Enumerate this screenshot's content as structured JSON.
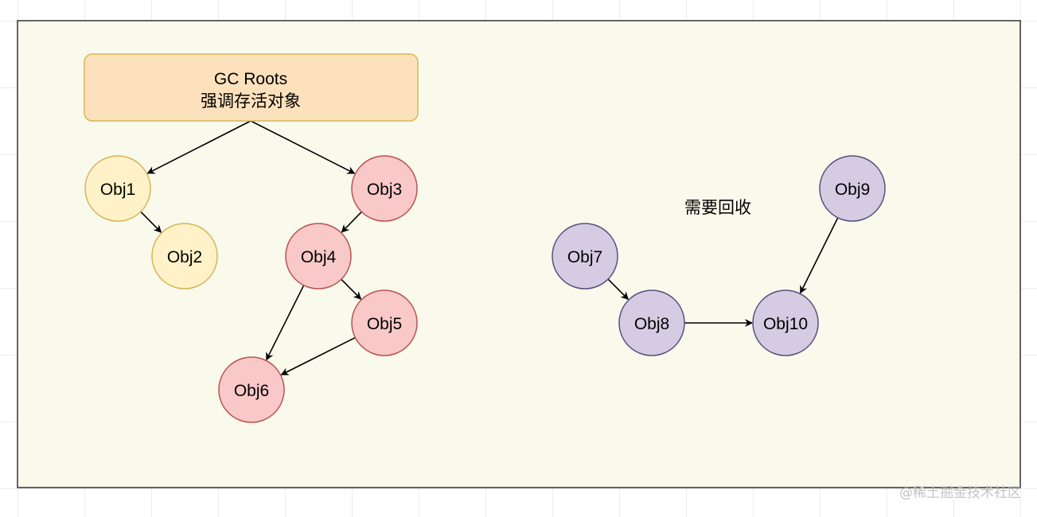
{
  "roots": {
    "line1": "GC Roots",
    "line2": "强调存活对象",
    "fill": "#fde1bd",
    "stroke": "#d6b656"
  },
  "recycle_label": "需要回收",
  "watermark": "@稀土掘金技术社区",
  "colors": {
    "panel_fill": "#f9f9ec",
    "panel_stroke": "#333333",
    "yellow_fill": "#fff2c8",
    "yellow_stroke": "#d6b656",
    "red_fill": "#f9c8c8",
    "red_stroke": "#b85450",
    "purple_fill": "#d5cce4",
    "purple_stroke": "#56517e",
    "arrow": "#000000"
  },
  "nodes": [
    {
      "id": "obj1",
      "label": "Obj1",
      "group": "yellow"
    },
    {
      "id": "obj2",
      "label": "Obj2",
      "group": "yellow"
    },
    {
      "id": "obj3",
      "label": "Obj3",
      "group": "red"
    },
    {
      "id": "obj4",
      "label": "Obj4",
      "group": "red"
    },
    {
      "id": "obj5",
      "label": "Obj5",
      "group": "red"
    },
    {
      "id": "obj6",
      "label": "Obj6",
      "group": "red"
    },
    {
      "id": "obj7",
      "label": "Obj7",
      "group": "purple"
    },
    {
      "id": "obj8",
      "label": "Obj8",
      "group": "purple"
    },
    {
      "id": "obj9",
      "label": "Obj9",
      "group": "purple"
    },
    {
      "id": "obj10",
      "label": "Obj10",
      "group": "purple"
    }
  ],
  "edges": [
    {
      "from": "roots",
      "to": "obj1"
    },
    {
      "from": "roots",
      "to": "obj3"
    },
    {
      "from": "obj1",
      "to": "obj2"
    },
    {
      "from": "obj3",
      "to": "obj4"
    },
    {
      "from": "obj4",
      "to": "obj5"
    },
    {
      "from": "obj4",
      "to": "obj6"
    },
    {
      "from": "obj5",
      "to": "obj6"
    },
    {
      "from": "obj7",
      "to": "obj8"
    },
    {
      "from": "obj8",
      "to": "obj10"
    },
    {
      "from": "obj9",
      "to": "obj10"
    }
  ]
}
